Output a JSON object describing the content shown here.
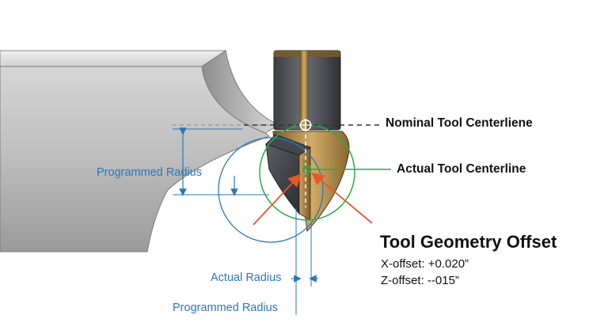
{
  "labels": {
    "nominal_centerline": "Nominal Tool Centerliene",
    "actual_centerline": "Actual Tool Centerline",
    "programmed_radius_left": "Programmed Radius",
    "actual_radius": "Actual Radius",
    "programmed_radius_bottom": "Programmed Radius"
  },
  "offset_panel": {
    "title": "Tool Geometry Offset",
    "x_offset": "X-offset: +0.020”",
    "z_offset": "Z-offset: --015”"
  },
  "colors": {
    "dimension_blue": "#2a78b8",
    "actual_circle_green": "#2fa84a",
    "arrow_orange": "#e8572a",
    "tool_bronze": "#b08a4a",
    "tool_steel": "#4f5257",
    "workpiece_gray": "#b9b9b9"
  }
}
